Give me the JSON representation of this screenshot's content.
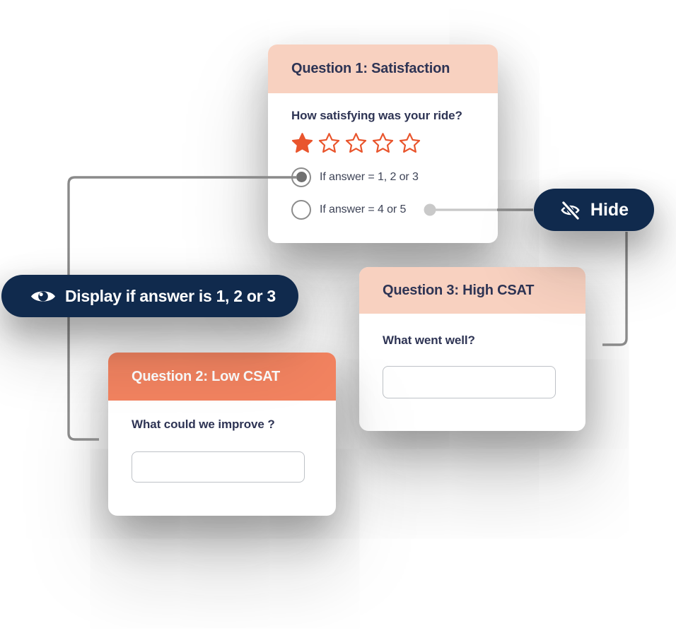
{
  "colors": {
    "navy": "#102A4D",
    "peach": "#F8D1C0",
    "coral": "#F28360",
    "star": "#E9552D",
    "text": "#2E3454",
    "line": "#8A8A8A"
  },
  "cards": {
    "q1": {
      "title": "Question 1: Satisfaction",
      "question": "How satisfying was your ride?",
      "rating": {
        "selected": 1,
        "max": 5
      },
      "options": [
        {
          "label": "If answer = 1, 2 or 3",
          "selected": true
        },
        {
          "label": "If answer = 4 or 5",
          "selected": false
        }
      ]
    },
    "q2": {
      "title": "Question 2: Low CSAT",
      "question": "What could we improve ?",
      "input_value": ""
    },
    "q3": {
      "title": "Question 3: High CSAT",
      "question": "What went well?",
      "input_value": ""
    }
  },
  "badges": {
    "display": {
      "label": "Display if answer is 1, 2 or 3",
      "icon": "eye-icon"
    },
    "hide": {
      "label": "Hide",
      "icon": "eye-off-icon"
    }
  }
}
